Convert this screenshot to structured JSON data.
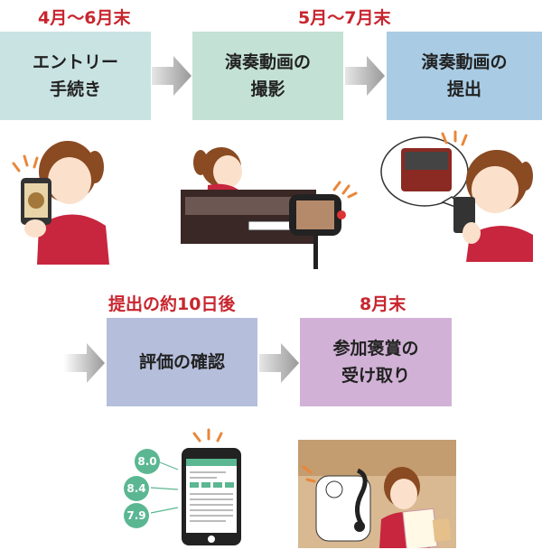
{
  "steps": [
    {
      "label": "エントリー\n手続き",
      "color": "#c9e3e3"
    },
    {
      "label": "演奏動画の\n撮影",
      "color": "#c4e1d6"
    },
    {
      "label": "演奏動画の\n提出",
      "color": "#a9cce4"
    },
    {
      "label": "評価の確認",
      "color": "#b5bedb"
    },
    {
      "label": "参加褒賞の\n受け取り",
      "color": "#d1b2d6"
    }
  ],
  "timing": {
    "t1": "4月〜6月末",
    "t2": "5月〜7月末",
    "t3": "提出の約10日後",
    "t4": "8月末"
  },
  "scores": [
    "8.0",
    "8.4",
    "7.9"
  ],
  "colors": {
    "timing": "#c8262f",
    "arrow": "#a9a9a9",
    "scores": "#5bb792"
  }
}
